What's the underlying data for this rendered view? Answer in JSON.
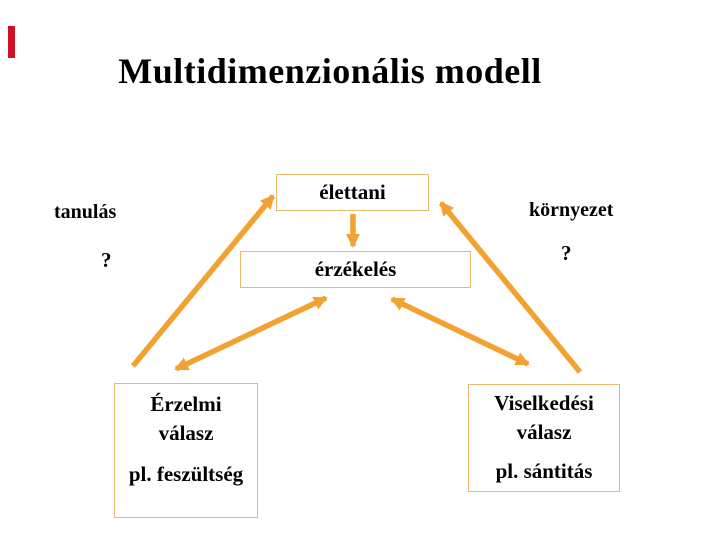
{
  "slide": {
    "title": "Multidimenzionális modell"
  },
  "diagram": {
    "top_box": {
      "label": "élettani"
    },
    "middle_box": {
      "label": "érzékelés"
    },
    "left_box": {
      "line1": "Érzelmi",
      "line2": "válasz",
      "example": "pl. feszültség"
    },
    "right_box": {
      "line1": "Viselkedési",
      "line2": "válasz",
      "example": "pl. sántitás"
    },
    "floating_labels": {
      "left": "tanulás",
      "left_question": "?",
      "right": "környezet",
      "right_question": "?"
    },
    "arrows": [
      {
        "name": "elettani-to-erzekeles",
        "heads": "single-down"
      },
      {
        "name": "tanulas-side-up-to-elettani",
        "heads": "single-up"
      },
      {
        "name": "kornyezet-side-up-to-elettani",
        "heads": "single-up"
      },
      {
        "name": "erzelmi-valasz-erzekeles",
        "heads": "double"
      },
      {
        "name": "viselkedesi-valasz-erzekeles",
        "heads": "double"
      }
    ]
  },
  "colors": {
    "arrow_orange": "#F2A230",
    "box_border_orange": "#E9B96E",
    "accent_red_bar": "#CE1126",
    "text_black": "#000000"
  }
}
